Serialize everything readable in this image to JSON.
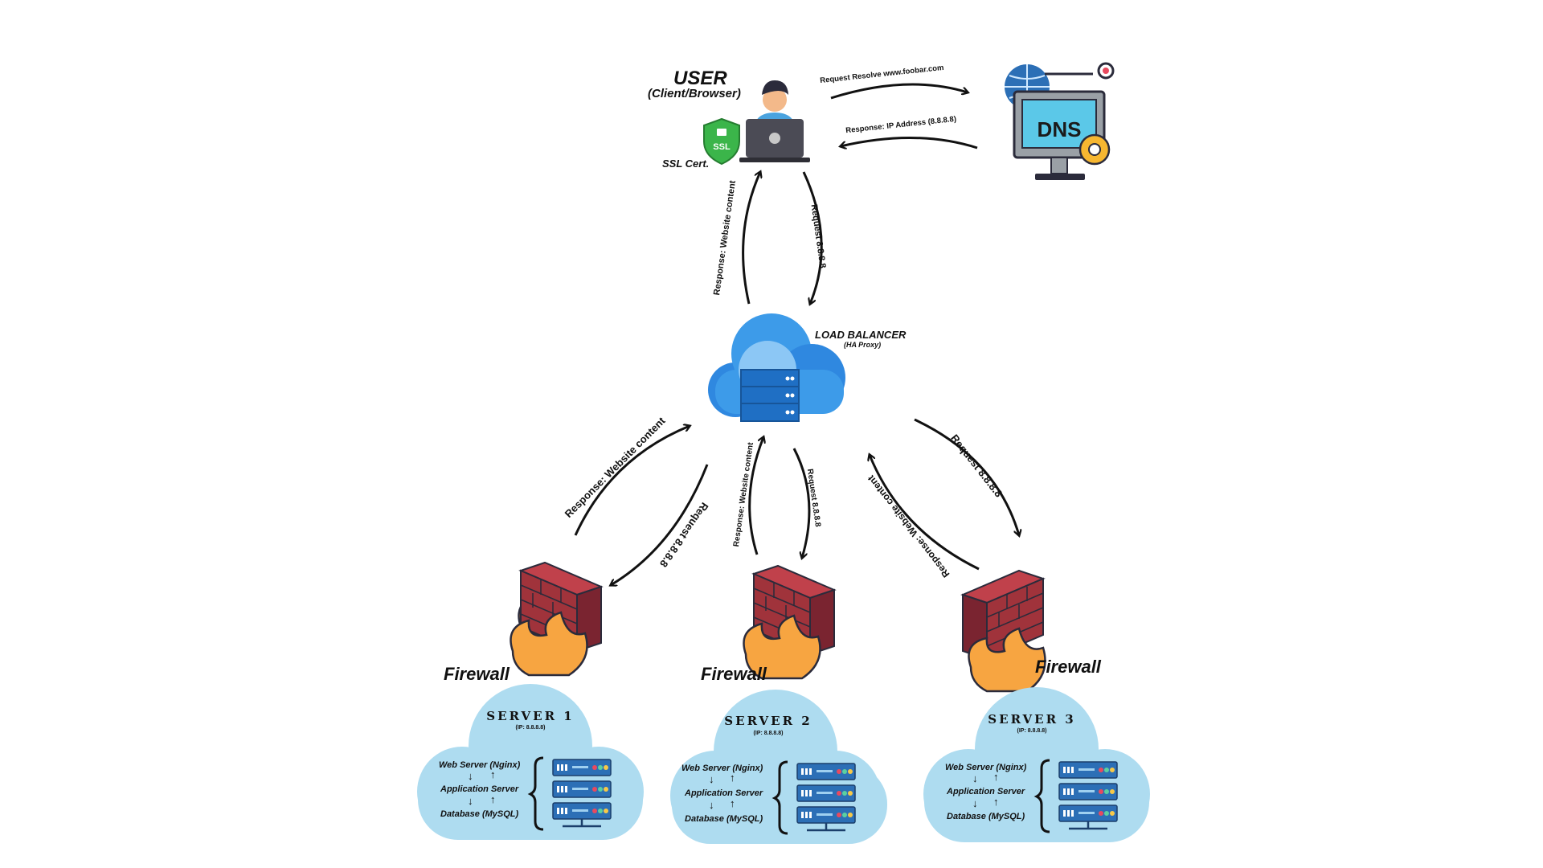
{
  "user": {
    "title": "USER",
    "subtitle": "(Client/Browser)",
    "ssl_badge": "SSL",
    "ssl_label": "SSL Cert."
  },
  "dns": {
    "label": "DNS",
    "request": "Request Resolve www.foobar.com",
    "response": "Response: IP Address (8.8.8.8)"
  },
  "user_lb": {
    "request": "Request 8.8.8.8",
    "response": "Response: Website content"
  },
  "load_balancer": {
    "title": "LOAD BALANCER",
    "subtitle": "(HA Proxy)"
  },
  "lb_links": [
    {
      "request": "Request 8.8.8.8",
      "response": "Response: Website content"
    },
    {
      "request": "Request 8.8.8.8",
      "response": "Response: Website content"
    },
    {
      "request": "Request 8.8.8.8",
      "response": "Response: Website content"
    }
  ],
  "firewalls": [
    "Firewall",
    "Firewall",
    "Firewall"
  ],
  "servers": [
    {
      "title": "SERVER 1",
      "ip": "(IP: 8.8.8.8)",
      "web": "Web Server (Nginx)",
      "app": "Application Server",
      "db": "Database (MySQL)"
    },
    {
      "title": "SERVER 2",
      "ip": "(IP: 8.8.8.8)",
      "web": "Web Server (Nginx)",
      "app": "Application Server",
      "db": "Database (MySQL)"
    },
    {
      "title": "SERVER 3",
      "ip": "(IP: 8.8.8.8)",
      "web": "Web Server (Nginx)",
      "app": "Application Server",
      "db": "Database (MySQL)"
    }
  ],
  "stack_arrows": {
    "down": "↓",
    "up": "↑"
  },
  "colors": {
    "cloud": "#aedcf0",
    "server_blue": "#2c6fb6",
    "brick": "#a0333b",
    "flame": "#f7a541",
    "dns_screen": "#5bc8e8",
    "lb_cloud": "#3d9be9",
    "ssl_green": "#3bb54a"
  }
}
